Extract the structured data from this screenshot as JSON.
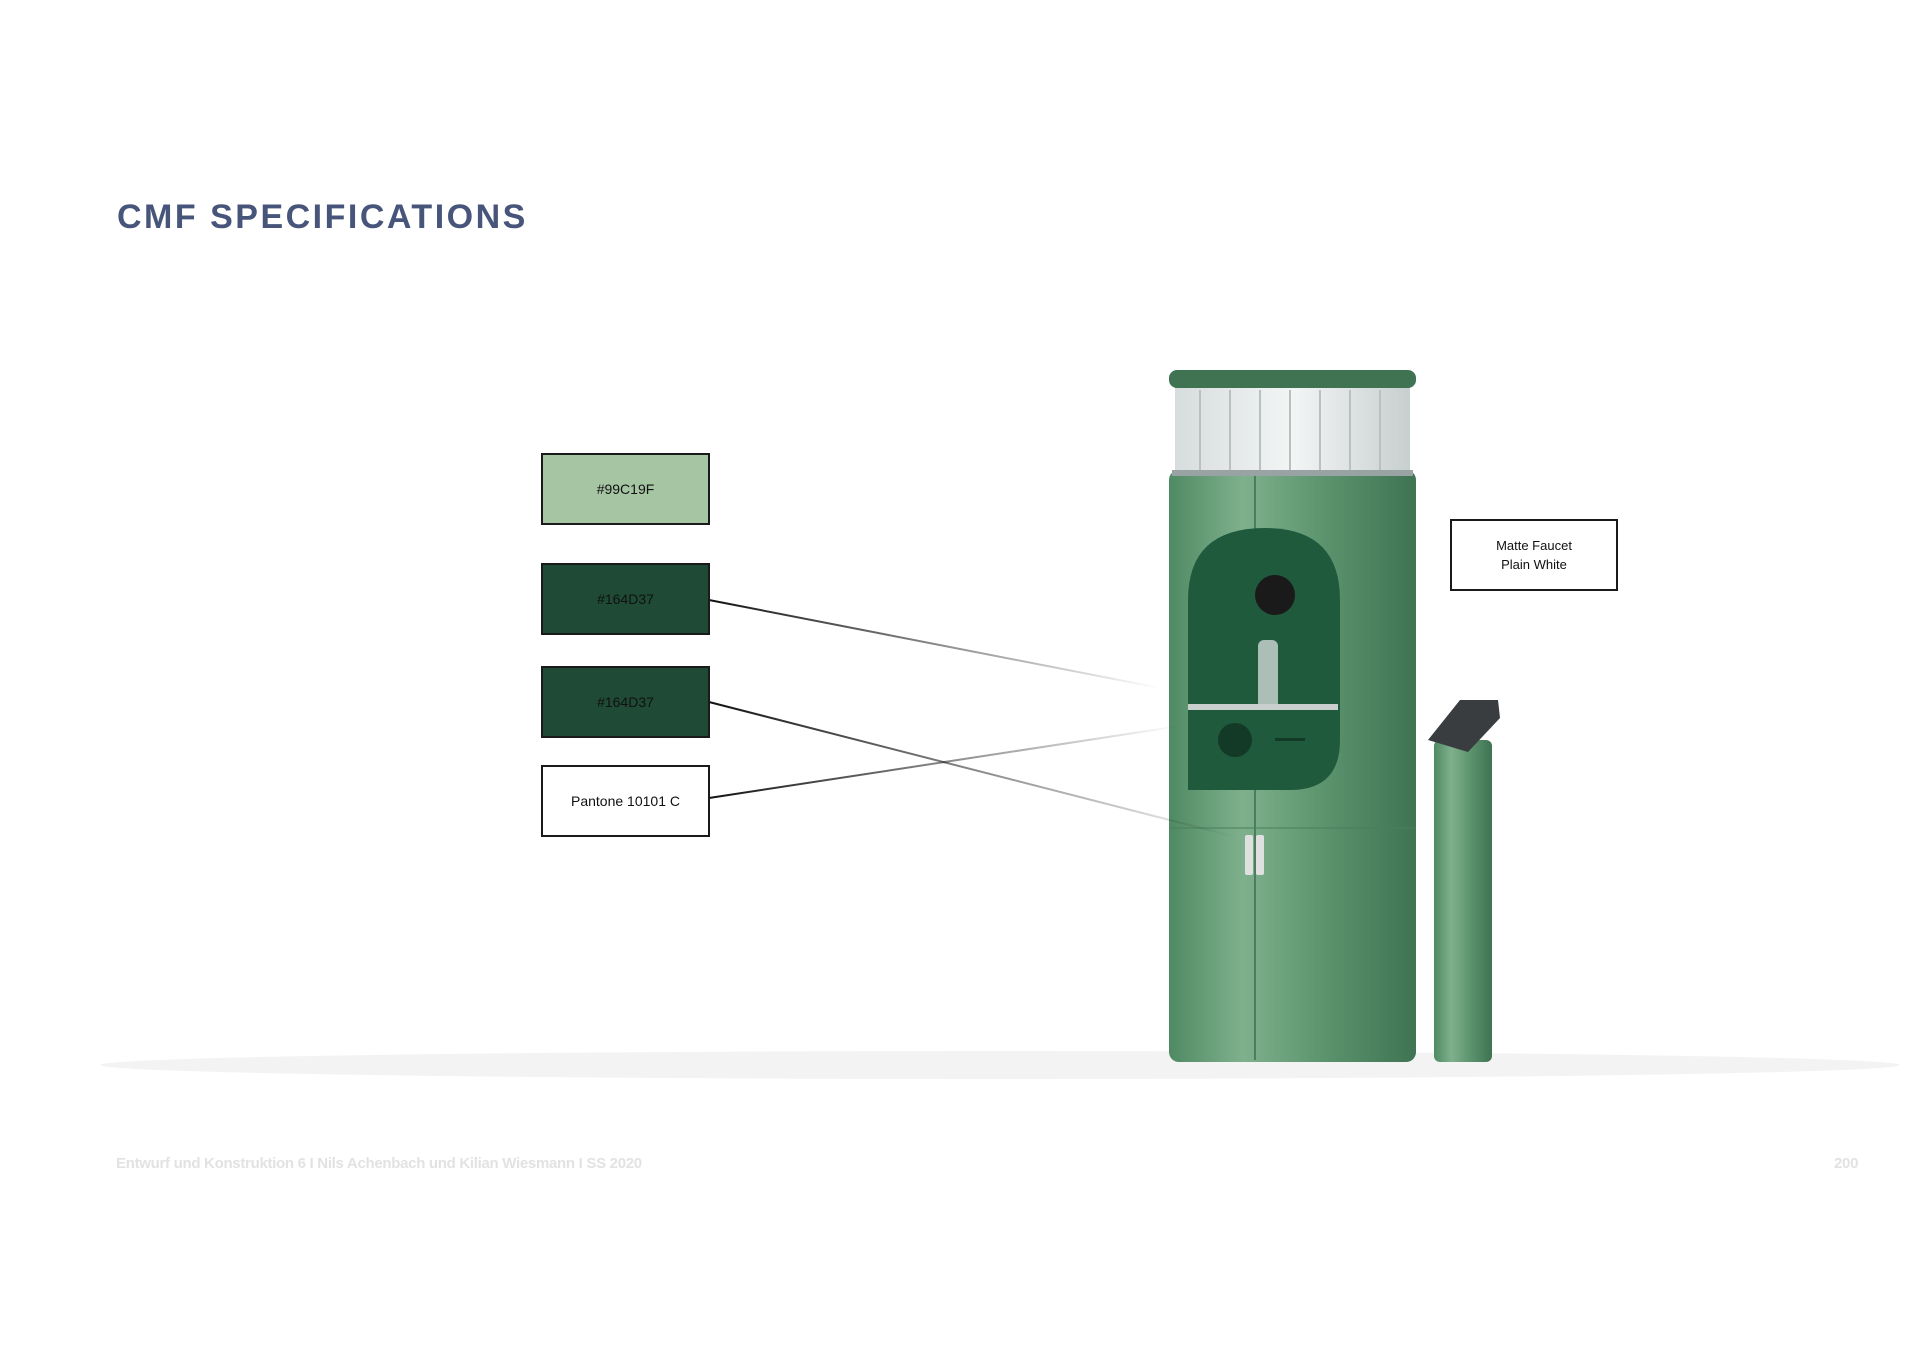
{
  "title": "CMF SPECIFICATIONS",
  "swatches": [
    {
      "label": "#99C19F",
      "color": "#a6c5a3"
    },
    {
      "label": "#164D37",
      "color": "#1e4a36"
    },
    {
      "label": "#164D37",
      "color": "#1e4a36"
    },
    {
      "label": "Pantone 10101 C",
      "color": "#ffffff"
    }
  ],
  "note": {
    "line1": "Matte Faucet",
    "line2": "Plain White"
  },
  "footer": {
    "credit": "Entwurf und Konstruktion 6 I Nils Achenbach und Kilian Wiesmann I SS 2020",
    "page": "200"
  }
}
